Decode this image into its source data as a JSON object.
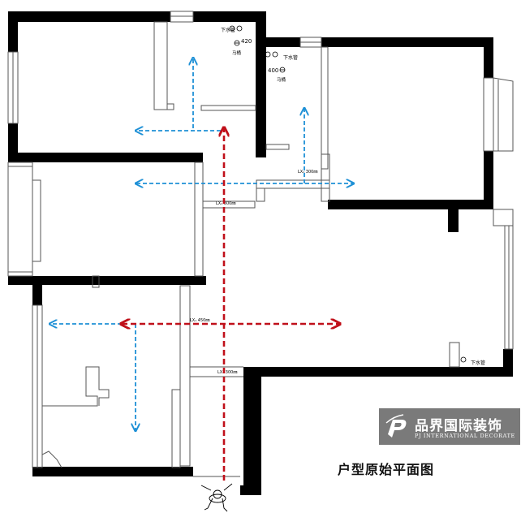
{
  "title": "户型原始平面图",
  "brand": {
    "name_cn": "品界国际装饰",
    "name_en": "PJ INTERNATIONAL DECORATE",
    "background": "#7a7a7a",
    "text_color": "#ffffff"
  },
  "labels": {
    "drain_top_left": "下水管",
    "dim_420": "420",
    "toilet_1": "马桶",
    "drain_middle": "下水管",
    "dim_400": "400",
    "toilet_2": "马桶",
    "beam_upper": "LX₁ 300㎜",
    "beam_corridor": "LX₁ 300㎜",
    "beam_living": "LX₁ 450㎜",
    "beam_lower": "LX₁ 300㎜",
    "drain_right": "下水管"
  },
  "colors": {
    "wall": "#000000",
    "thin_wall": "#555555",
    "circulation_flow": "#1e90d6",
    "main_axis": "#c0101a"
  },
  "icons": {
    "entrance": "person-walking-icon",
    "logo": "pj-logo-icon"
  }
}
